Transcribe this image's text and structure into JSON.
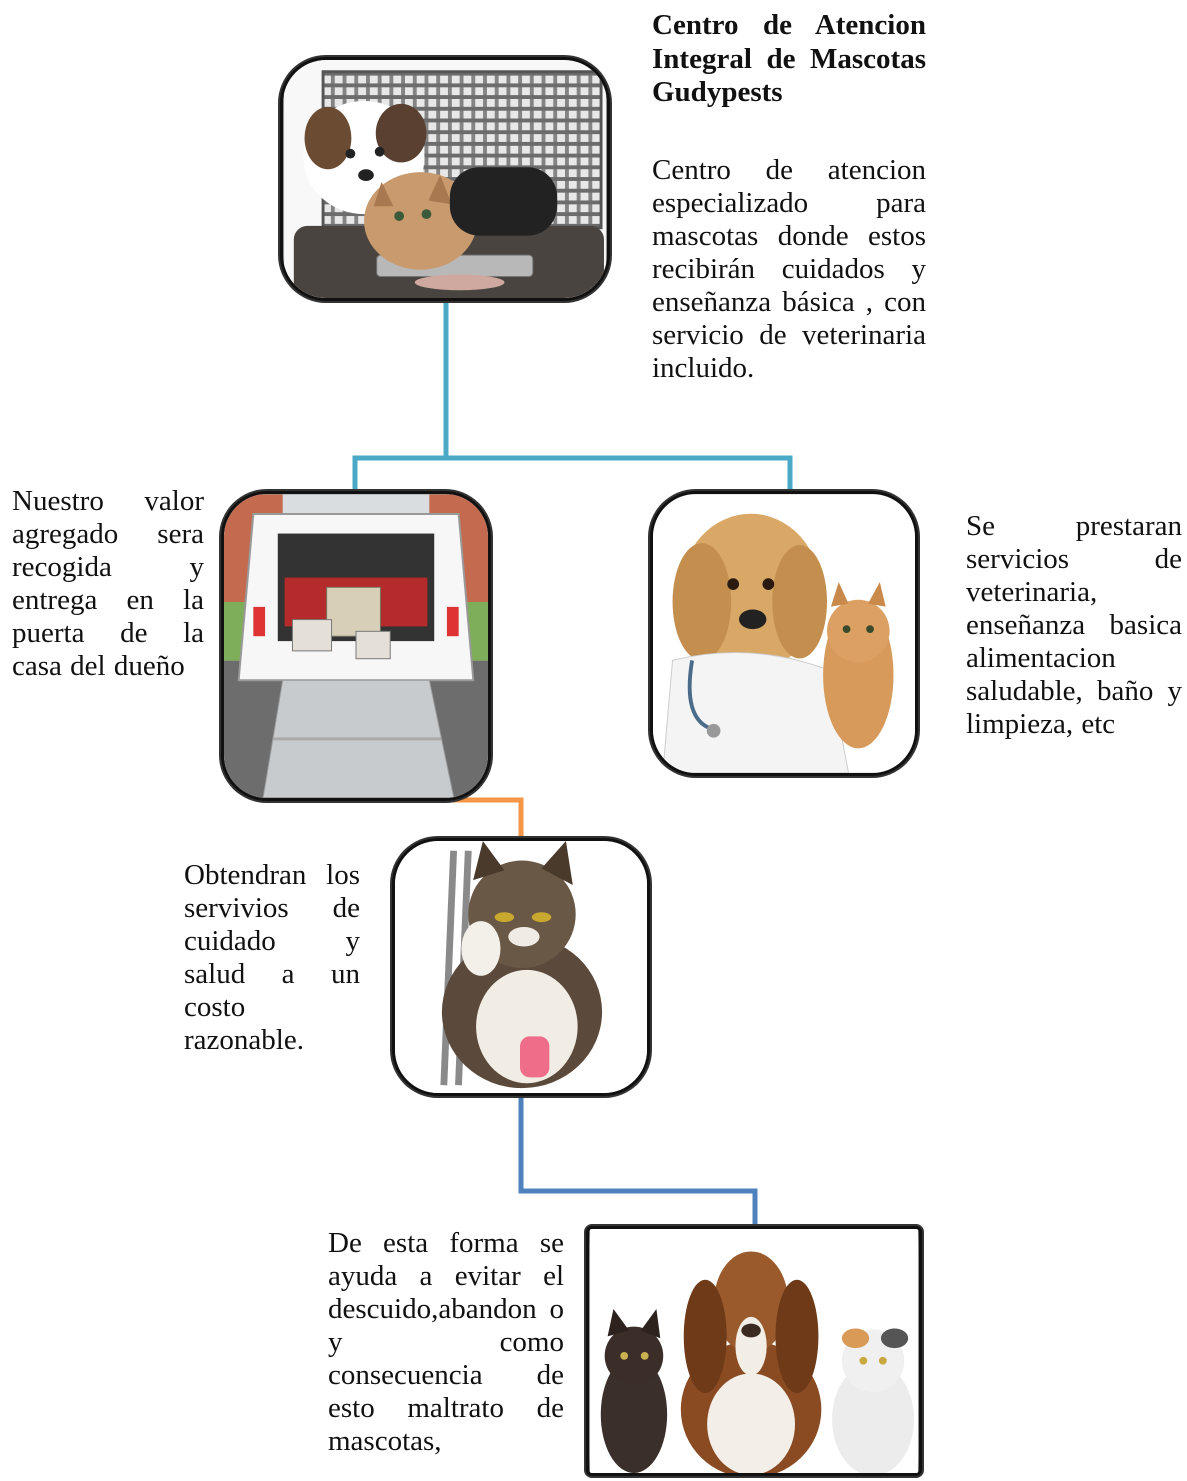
{
  "title": "Centro de Atencion Integral de Mascotas Gudypests",
  "blocks": {
    "intro": "Centro de atencion especializado para mascotas donde estos recibirán cuidados y enseñanza básica , con servicio de veterinaria incluido.",
    "pickup": "Nuestro valor agregado sera recogida y entrega en la puerta de la casa del dueño",
    "services": "Se prestaran servicios de veterinaria, enseñanza basica alimentacion saludable, baño y limpieza, etc",
    "cost": "Obtendran los servivios de cuidado y salud a un costo razonable.",
    "prevention": "De esta forma se ayuda a evitar el descuido,abandon o y como consecuencia de esto maltrato de mascotas,"
  },
  "colors": {
    "connector_teal": "#4ba9c8",
    "connector_orange": "#f79646",
    "connector_blue": "#4f81bd"
  },
  "icons": [
    "suitcase-puppy-kitten-photo",
    "pet-van-photo",
    "vet-dog-kitten-photo",
    "injured-cat-crutch-photo",
    "basset-hound-cats-photo"
  ]
}
